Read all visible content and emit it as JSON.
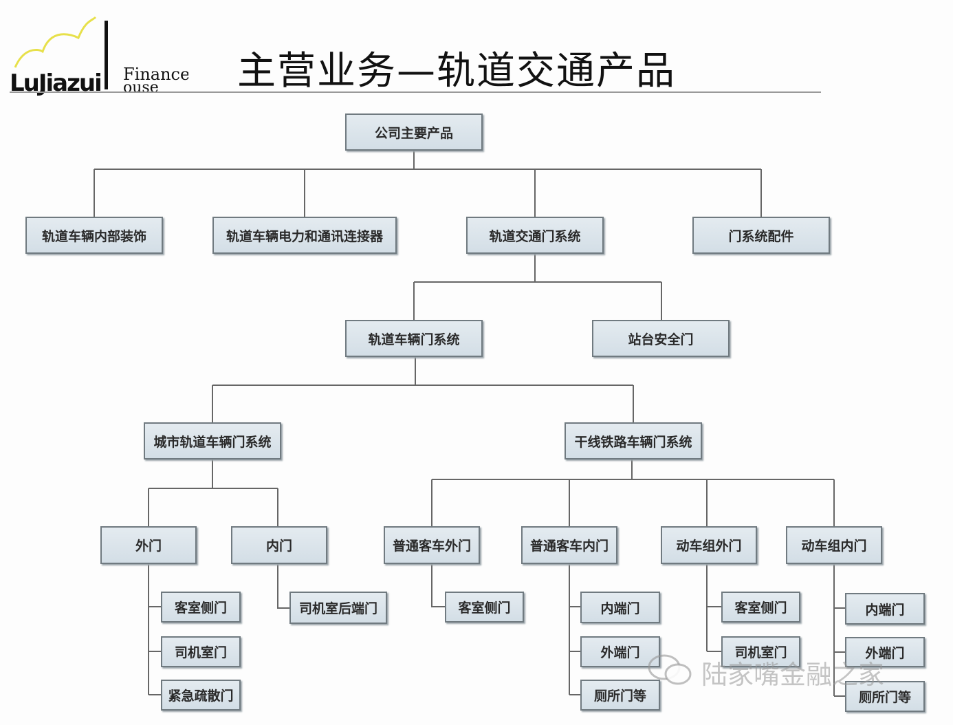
{
  "logo": {
    "brand": "Lujiazui",
    "finance": "Finance",
    "house": "House"
  },
  "title": "主营业务—轨道交通产品",
  "root": "公司主要产品",
  "level1": [
    "轨道车辆内部装饰",
    "轨道车辆电力和通讯连接器",
    "轨道交通门系统",
    "门系统配件"
  ],
  "level2": [
    "轨道车辆门系统",
    "站台安全门"
  ],
  "level3": [
    "城市轨道车辆门系统",
    "干线铁路车辆门系统"
  ],
  "level4": [
    "外门",
    "内门",
    "普通客车外门",
    "普通客车内门",
    "动车组外门",
    "动车组内门"
  ],
  "leaves": {
    "outer": [
      "客室侧门",
      "司机室门",
      "紧急疏散门"
    ],
    "inner": [
      "司机室后端门"
    ],
    "regular_outer": [
      "客室侧门"
    ],
    "regular_inner": [
      "内端门",
      "外端门",
      "厕所门等"
    ],
    "emu_outer": [
      "客室侧门",
      "司机室门"
    ],
    "emu_inner": [
      "内端门",
      "外端门",
      "厕所门等"
    ]
  },
  "watermark": "陆家嘴金融之家"
}
